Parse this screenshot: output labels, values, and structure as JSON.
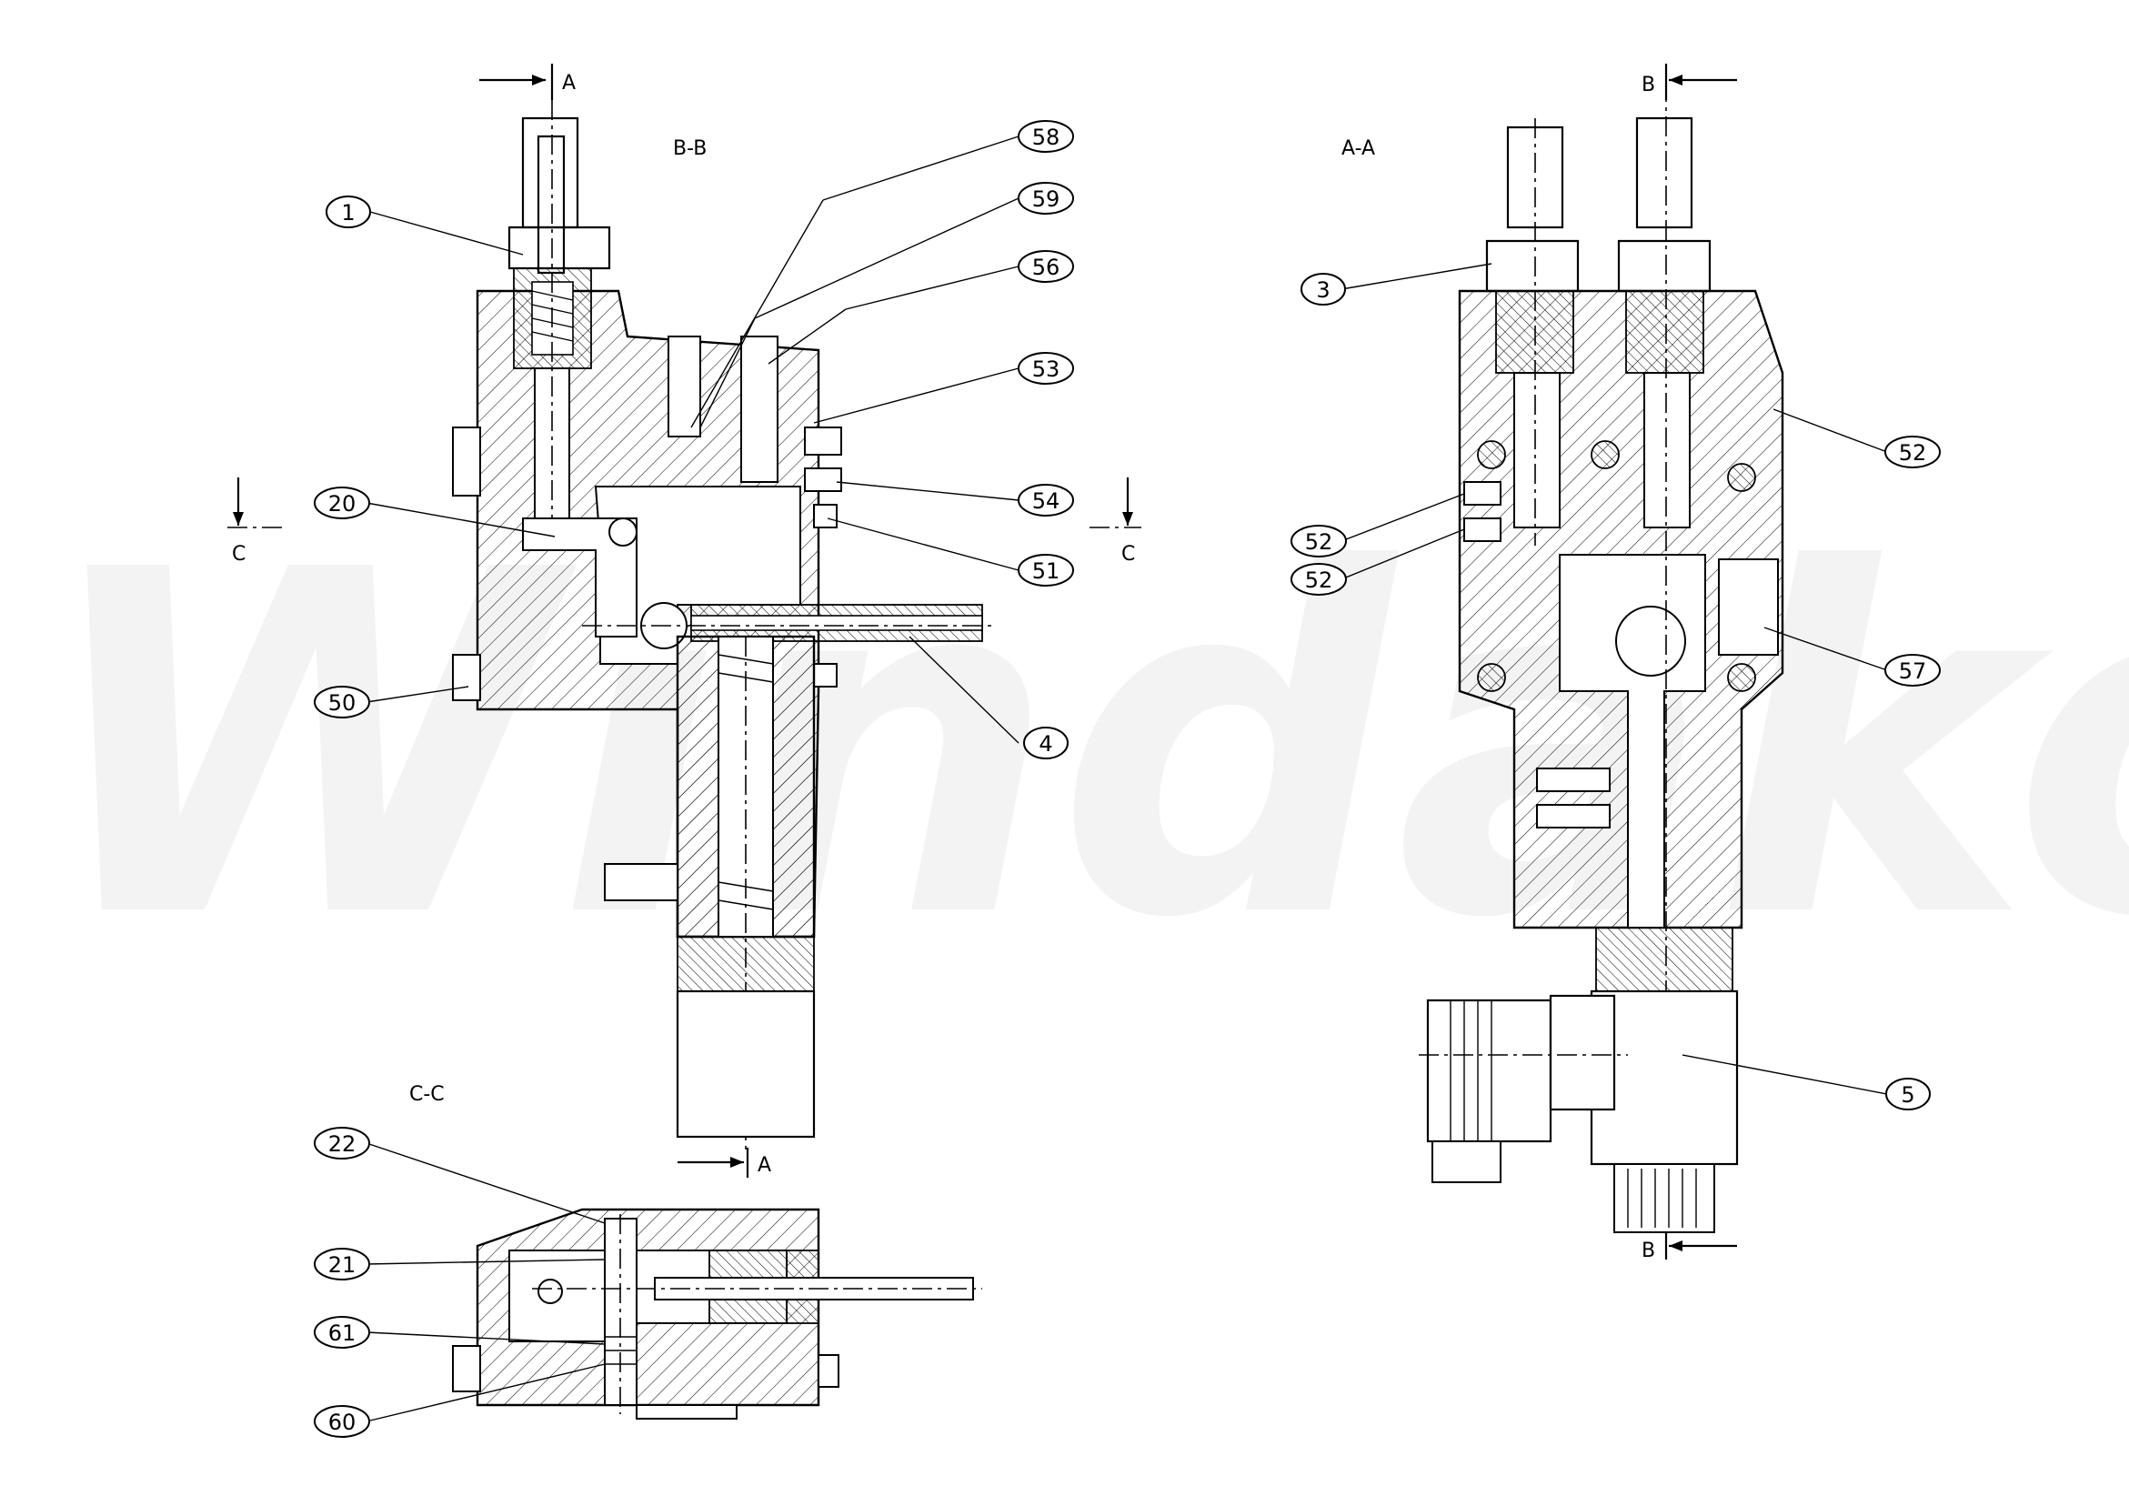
{
  "watermark": "Windako",
  "sections": {
    "bb": "B-B",
    "aa": "A-A",
    "cc": "C-C"
  },
  "cut_markers": {
    "a_top": "A",
    "a_bottom": "A",
    "b_top": "B",
    "b_bottom": "B",
    "c_left": "C",
    "c_right": "C"
  },
  "callouts": [
    {
      "id": "c1",
      "text": "1"
    },
    {
      "id": "c58",
      "text": "58"
    },
    {
      "id": "c59",
      "text": "59"
    },
    {
      "id": "c56",
      "text": "56"
    },
    {
      "id": "c53",
      "text": "53"
    },
    {
      "id": "c54",
      "text": "54"
    },
    {
      "id": "c20",
      "text": "20"
    },
    {
      "id": "c51",
      "text": "51"
    },
    {
      "id": "c50",
      "text": "50"
    },
    {
      "id": "c4",
      "text": "4"
    },
    {
      "id": "c3",
      "text": "3"
    },
    {
      "id": "c52a",
      "text": "52"
    },
    {
      "id": "c52b",
      "text": "52"
    },
    {
      "id": "c52c",
      "text": "52"
    },
    {
      "id": "c57",
      "text": "57"
    },
    {
      "id": "c5",
      "text": "5"
    },
    {
      "id": "c22",
      "text": "22"
    },
    {
      "id": "c21",
      "text": "21"
    },
    {
      "id": "c61",
      "text": "61"
    },
    {
      "id": "c60",
      "text": "60"
    }
  ]
}
